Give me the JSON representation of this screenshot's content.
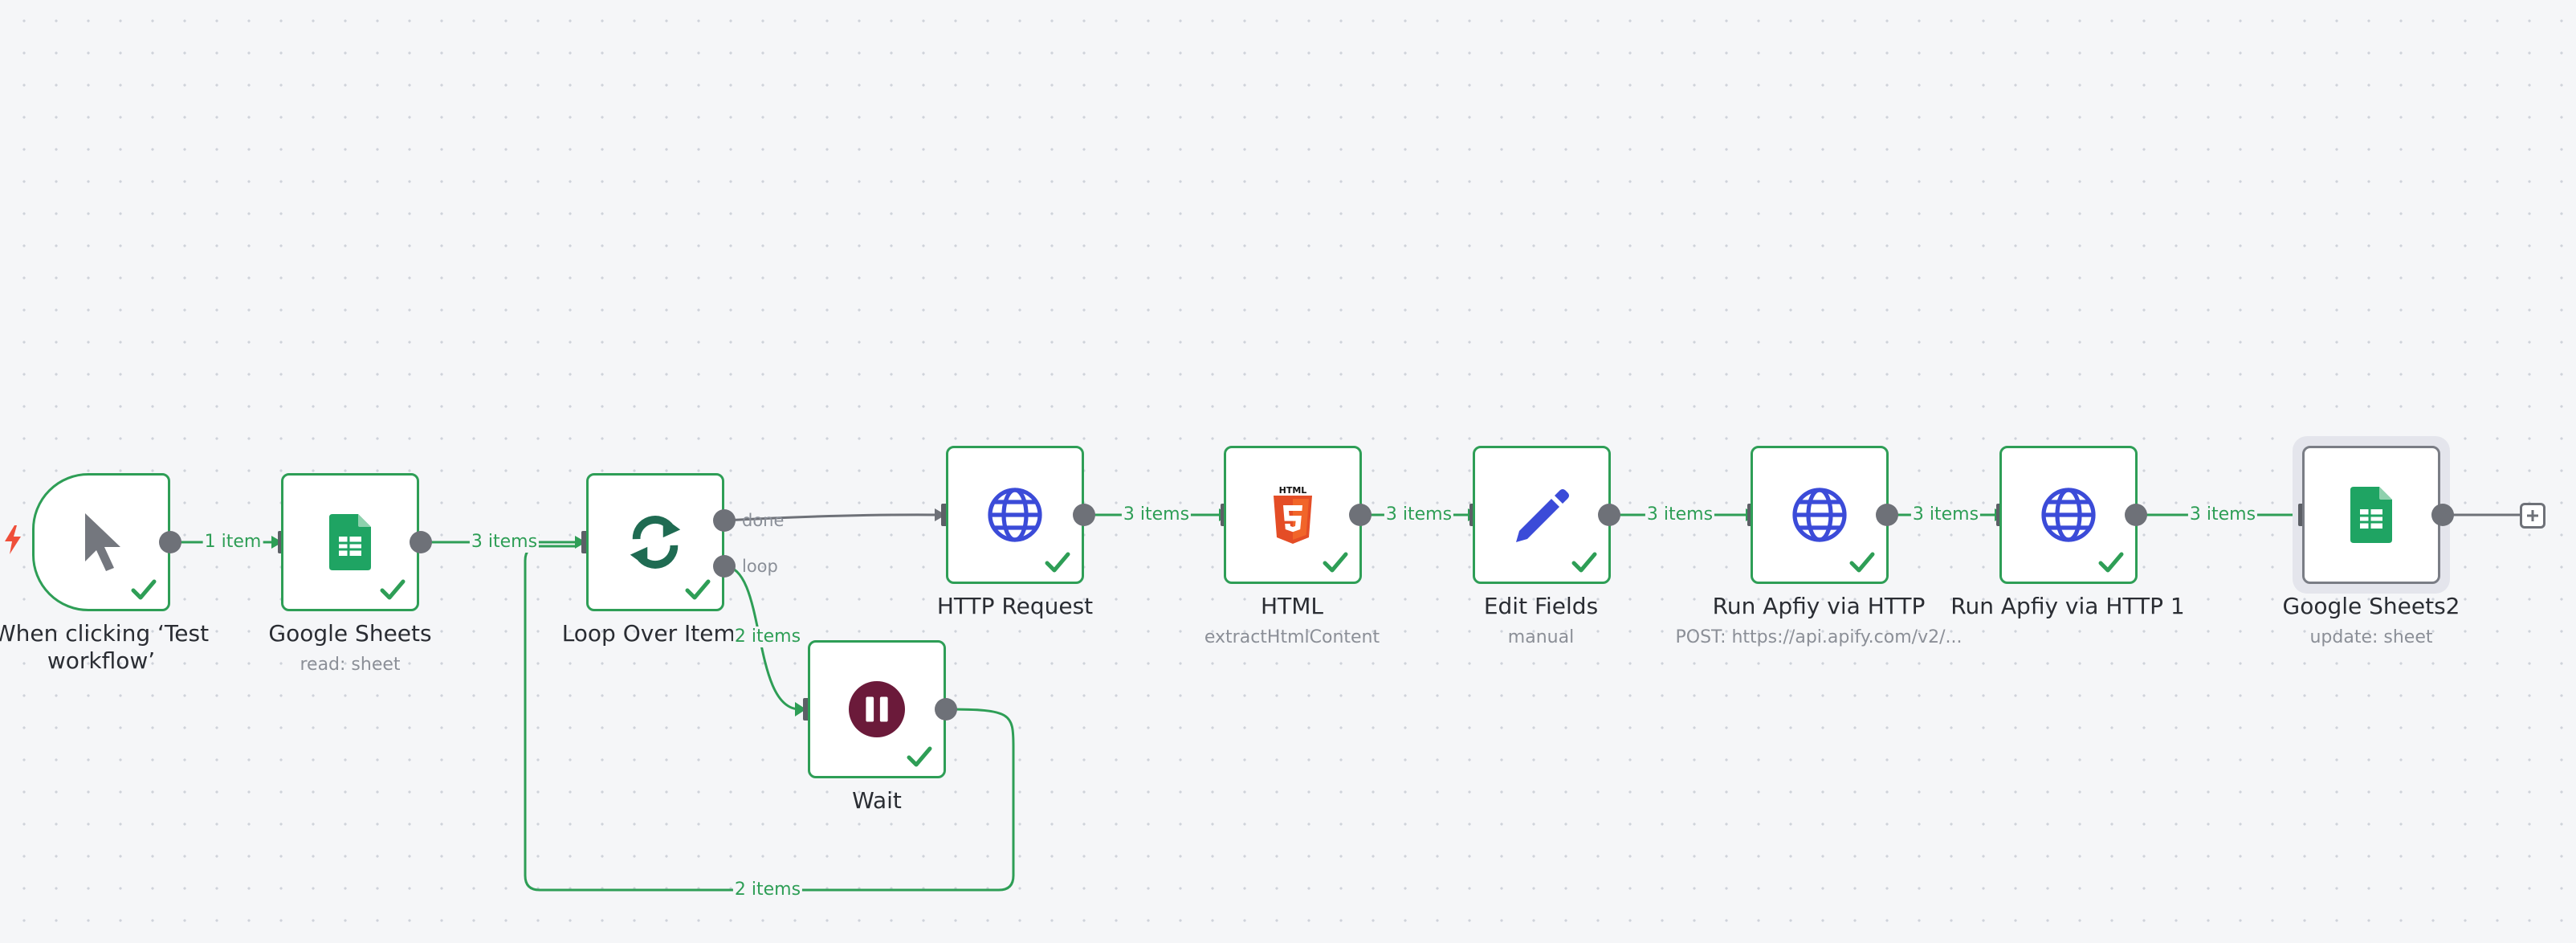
{
  "canvas": {
    "nodes": [
      {
        "id": "trigger",
        "title": "When clicking ‘Test workflow’",
        "subtitle": "",
        "icon": "cursor-pointer-icon"
      },
      {
        "id": "sheets1",
        "title": "Google Sheets",
        "subtitle": "read: sheet",
        "icon": "google-sheets-icon"
      },
      {
        "id": "loop",
        "title": "Loop Over Items",
        "subtitle": "",
        "icon": "loop-arrows-icon"
      },
      {
        "id": "wait",
        "title": "Wait",
        "subtitle": "",
        "icon": "pause-icon"
      },
      {
        "id": "http",
        "title": "HTTP Request",
        "subtitle": "",
        "icon": "globe-icon"
      },
      {
        "id": "html",
        "title": "HTML",
        "subtitle": "extractHtmlContent",
        "icon": "html5-icon"
      },
      {
        "id": "edit",
        "title": "Edit Fields",
        "subtitle": "manual",
        "icon": "pencil-icon"
      },
      {
        "id": "apify1",
        "title": "Run Apfiy via HTTP",
        "subtitle": "POST: https://api.apify.com/v2/...",
        "icon": "globe-icon"
      },
      {
        "id": "apify2",
        "title": "Run Apfiy via HTTP 1",
        "subtitle": "",
        "icon": "globe-icon"
      },
      {
        "id": "sheets2",
        "title": "Google Sheets2",
        "subtitle": "update: sheet",
        "icon": "google-sheets-icon"
      }
    ],
    "edges": {
      "trigger_sheets": "1 item",
      "sheets_loop": "3 items",
      "loop_wait": "2 items",
      "wait_loop": "2 items",
      "http_html": "3 items",
      "html_edit": "3 items",
      "edit_apify1": "3 items",
      "apify1_apify2": "3 items",
      "apify2_sheets2": "3 items"
    },
    "outputs": {
      "done": "done",
      "loop": "loop"
    },
    "html_badge": "HTML",
    "colors": {
      "success": "#2e9e56",
      "globe": "#3b4bd8",
      "sheets": "#1fa463",
      "loop": "#1f6b52",
      "wait": "#6b1a3a",
      "pencil": "#3b4bd8",
      "html5": "#e44d26",
      "trigger": "#ef4f3a"
    }
  }
}
